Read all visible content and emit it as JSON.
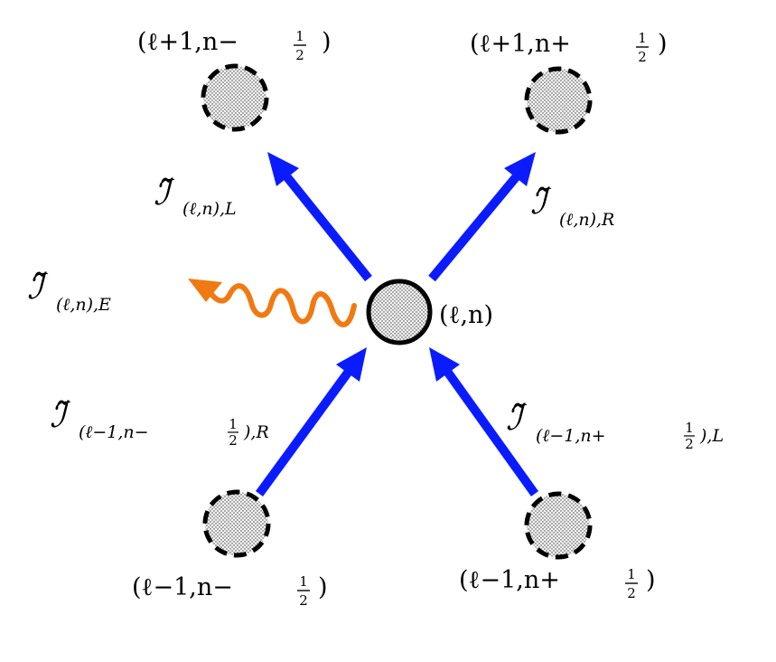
{
  "center_node": {
    "label": "(ℓ,n)"
  },
  "neighbor_nodes": {
    "top_left": {
      "label_prefix": "(ℓ+1,n−",
      "label_suffix": ")"
    },
    "top_right": {
      "label_prefix": "(ℓ+1,n+",
      "label_suffix": ")"
    },
    "bottom_left": {
      "label_prefix": "(ℓ−1,n−",
      "label_suffix": ")"
    },
    "bottom_right": {
      "label_prefix": "(ℓ−1,n+",
      "label_suffix": ")"
    }
  },
  "fraction": {
    "numerator": "1",
    "denominator": "2"
  },
  "flows": {
    "out_left": {
      "symbol": "ℐ̃",
      "subscript": "(ℓ,n),L"
    },
    "out_right": {
      "symbol": "ℐ̃",
      "subscript": "(ℓ,n),R"
    },
    "emission": {
      "symbol": "ℐ̃",
      "subscript": "(ℓ,n),E"
    },
    "in_from_left": {
      "symbol": "ℐ̃",
      "subscript_prefix": "(ℓ−1,n−",
      "subscript_suffix": "),R"
    },
    "in_from_right": {
      "symbol": "ℐ̃",
      "subscript_prefix": "(ℓ−1,n+",
      "subscript_suffix": "),L"
    }
  },
  "colors": {
    "arrow": "#0a1cff",
    "emission": "#f07a12",
    "node_stroke": "#000000",
    "node_fill": "#f2f2f2"
  }
}
